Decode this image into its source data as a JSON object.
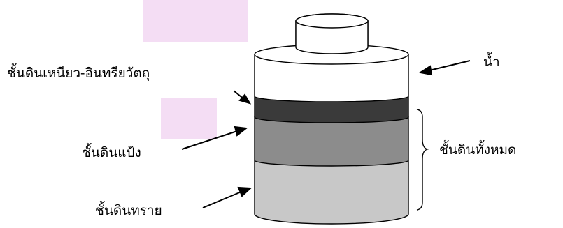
{
  "diagram": {
    "labels": {
      "water": "น้ำ",
      "clay_organic_layer": "ชั้นดินเหนียว-อินทรียวัตถุ",
      "silt_layer": "ชั้นดินแป้ง",
      "sand_layer": "ชั้นดินทราย",
      "total_soil": "ชั้นดินทั้งหมด"
    },
    "watermark_color": "#c040c0",
    "layer_colors": {
      "water": "#ffffff",
      "clay_organic": "#3a3a3a",
      "silt": "#8c8c8c",
      "sand": "#c8c8c8"
    }
  }
}
